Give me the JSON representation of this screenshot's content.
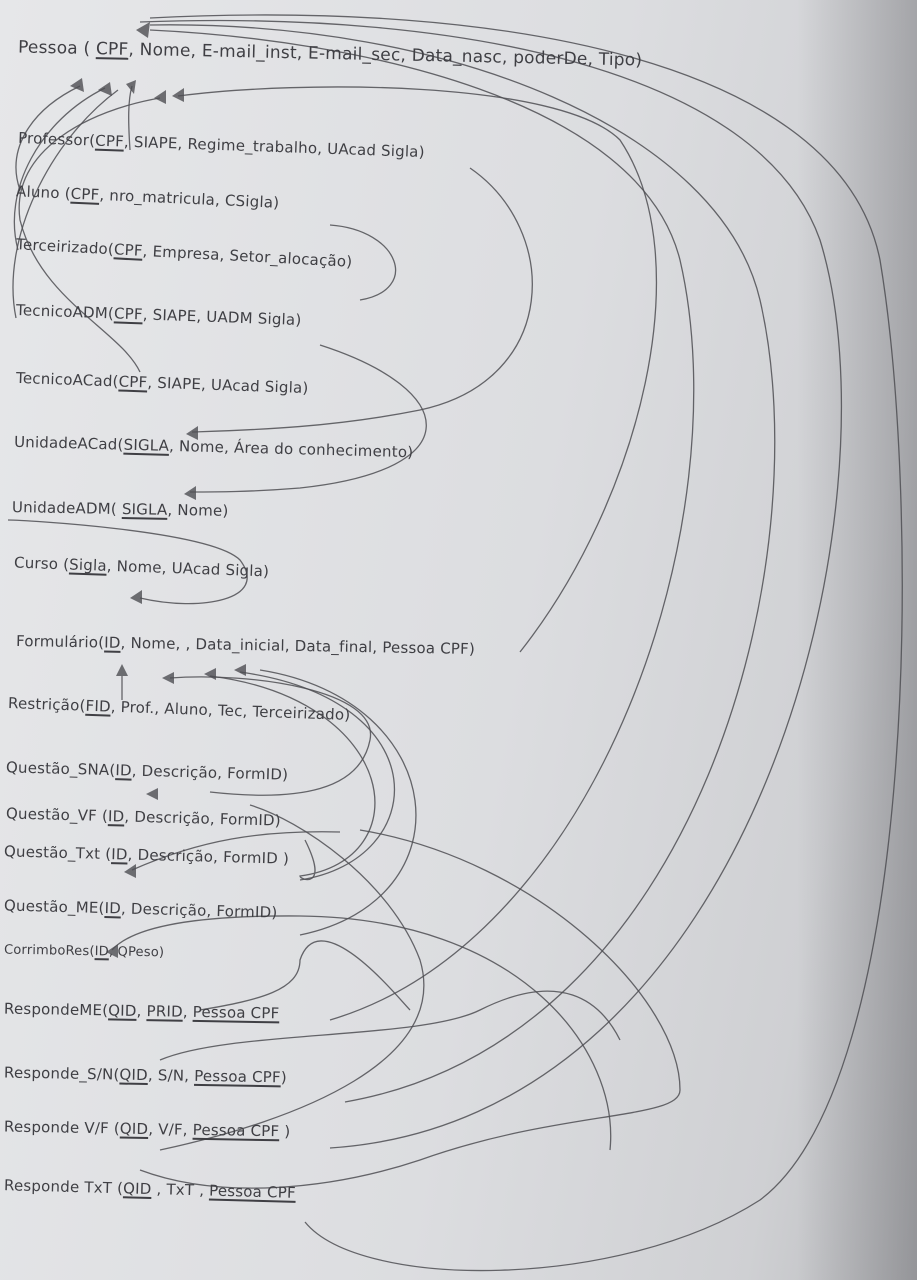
{
  "colors": {
    "paper": "#e6e7e9",
    "ink": "#3f3f44",
    "line": "#4d4d52"
  },
  "relations": [
    {
      "name": "Pessoa",
      "attrs": [
        {
          "text": "CPF",
          "key": true
        },
        {
          "text": "Nome"
        },
        {
          "text": "E-mail_inst"
        },
        {
          "text": "E-mail_sec"
        },
        {
          "text": "Data_nasc"
        },
        {
          "text": "poderDe"
        },
        {
          "text": "Tipo"
        }
      ]
    },
    {
      "name": "Professor",
      "attrs": [
        {
          "text": "CPF",
          "key": true
        },
        {
          "text": "SIAPE"
        },
        {
          "text": "Regime_trabalho"
        },
        {
          "text": "UAcad Sigla"
        }
      ]
    },
    {
      "name": "Aluno",
      "attrs": [
        {
          "text": "CPF",
          "key": true
        },
        {
          "text": "nro_matricula"
        },
        {
          "text": "CSigla"
        }
      ]
    },
    {
      "name": "Terceirizado",
      "attrs": [
        {
          "text": "CPF",
          "key": true
        },
        {
          "text": "Empresa"
        },
        {
          "text": "Setor_alocação"
        }
      ]
    },
    {
      "name": "TecnicoADM",
      "attrs": [
        {
          "text": "CPF",
          "key": true
        },
        {
          "text": "SIAPE"
        },
        {
          "text": "UADM Sigla"
        }
      ]
    },
    {
      "name": "TecnicoACad",
      "attrs": [
        {
          "text": "CPF",
          "key": true
        },
        {
          "text": "SIAPE"
        },
        {
          "text": "UAcad Sigla"
        }
      ]
    },
    {
      "name": "UnidadeACad",
      "attrs": [
        {
          "text": "SIGLA",
          "key": true
        },
        {
          "text": "Nome"
        },
        {
          "text": "Área do conhecimento"
        }
      ]
    },
    {
      "name": "UnidadeADM",
      "attrs": [
        {
          "text": "SIGLA",
          "key": true
        },
        {
          "text": "Nome"
        }
      ]
    },
    {
      "name": "Curso",
      "attrs": [
        {
          "text": "Sigla",
          "key": true
        },
        {
          "text": "Nome"
        },
        {
          "text": "UAcad Sigla"
        }
      ]
    },
    {
      "name": "Formulário",
      "attrs": [
        {
          "text": "ID",
          "key": true
        },
        {
          "text": "Nome"
        },
        {
          "text": "Data_inicial"
        },
        {
          "text": "Data_final"
        },
        {
          "text": "Pessoa CPF"
        }
      ]
    },
    {
      "name": "Restrição",
      "attrs": [
        {
          "text": "FID",
          "key": true
        },
        {
          "text": "Prof."
        },
        {
          "text": "Aluno"
        },
        {
          "text": "Tec"
        },
        {
          "text": "Terceirizado"
        }
      ]
    },
    {
      "name": "Questão_SNA",
      "attrs": [
        {
          "text": "ID",
          "key": true
        },
        {
          "text": "Descrição"
        },
        {
          "text": "FormID"
        }
      ]
    },
    {
      "name": "Questão_VF",
      "attrs": [
        {
          "text": "ID",
          "key": true
        },
        {
          "text": "Descrição"
        },
        {
          "text": "FormID"
        }
      ]
    },
    {
      "name": "Questão_Txt",
      "attrs": [
        {
          "text": "ID",
          "key": true
        },
        {
          "text": "Descrição"
        },
        {
          "text": "FormID"
        }
      ]
    },
    {
      "name": "Questão_ME",
      "attrs": [
        {
          "text": "ID",
          "key": true
        },
        {
          "text": "Descrição"
        },
        {
          "text": "FormID"
        }
      ]
    },
    {
      "name": "CorrimboRes",
      "attrs": [
        {
          "text": "ID",
          "key": true
        },
        {
          "text": "QPeso"
        }
      ]
    },
    {
      "name": "RespondeME",
      "attrs": [
        {
          "text": "QID",
          "key": true
        },
        {
          "text": "PRID",
          "key": true
        },
        {
          "text": "Pessoa CPF",
          "key": true
        }
      ]
    },
    {
      "name": "Responde_S/N",
      "attrs": [
        {
          "text": "QID",
          "key": true
        },
        {
          "text": "S/N"
        },
        {
          "text": "Pessoa CPF",
          "key": true
        }
      ]
    },
    {
      "name": "Responde V/F",
      "attrs": [
        {
          "text": "QID",
          "key": true
        },
        {
          "text": "V/F"
        },
        {
          "text": "Pessoa CPF",
          "key": true
        }
      ]
    },
    {
      "name": "Responde TxT",
      "attrs": [
        {
          "text": "QID",
          "key": true
        },
        {
          "text": "TxT"
        },
        {
          "text": "Pessoa CPF",
          "key": true
        }
      ]
    }
  ]
}
